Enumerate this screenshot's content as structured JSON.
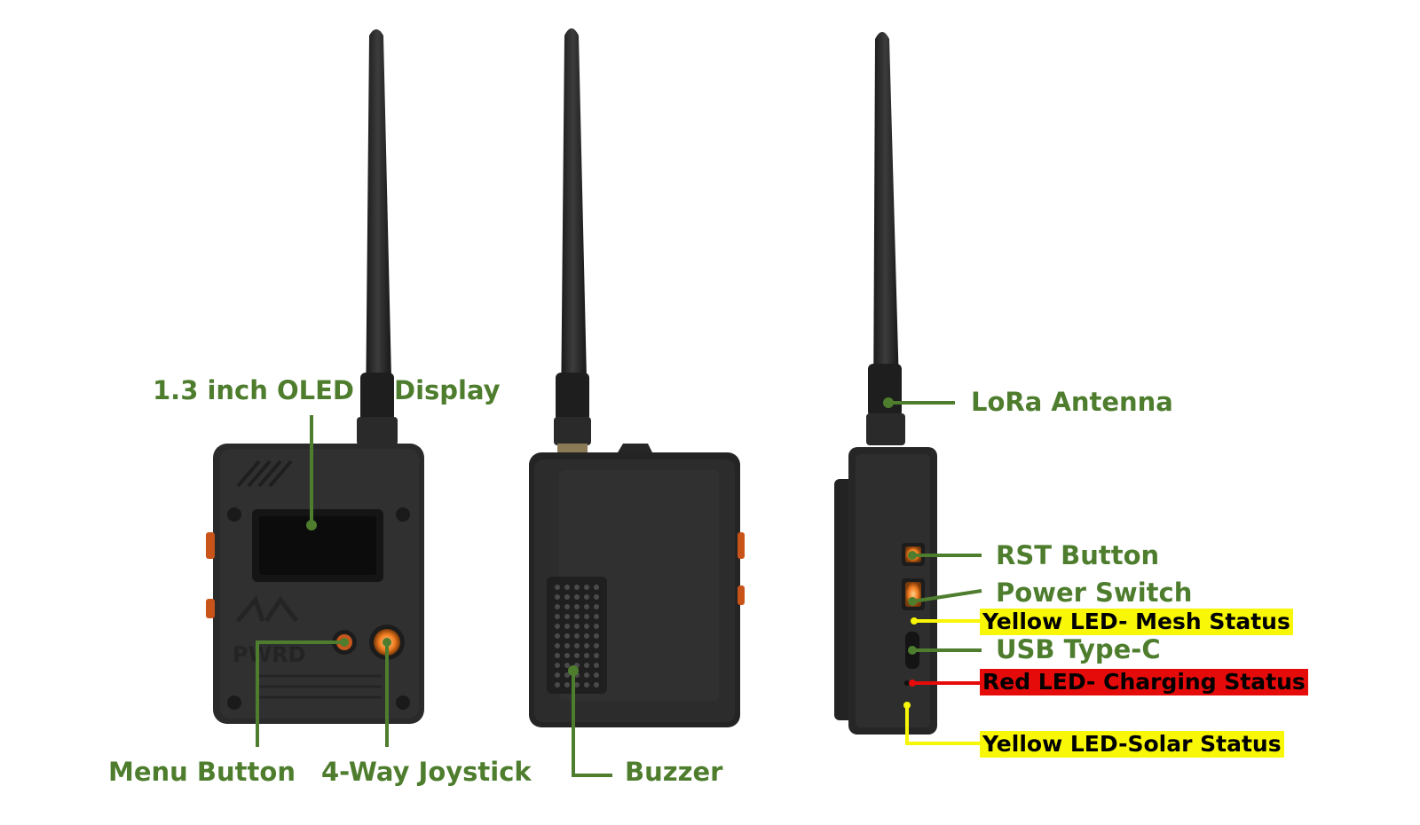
{
  "colors": {
    "label_green": "#4e7d2e",
    "highlight_yellow": "#f7f707",
    "highlight_red": "#e60b0b",
    "device_body": "#232323",
    "accent_orange": "#f07a1e"
  },
  "device_views": [
    {
      "name": "front",
      "logo_text": "PWRD"
    },
    {
      "name": "back"
    },
    {
      "name": "side"
    }
  ],
  "labels": {
    "oled_display_left": "1.3 inch OLED",
    "oled_display_right": "Display",
    "menu_button": "Menu Button",
    "joystick": "4-Way Joystick",
    "buzzer": "Buzzer",
    "lora_antenna": "LoRa Antenna",
    "rst_button": "RST Button",
    "power_switch": "Power Switch",
    "yellow_led_mesh": "Yellow LED- Mesh Status",
    "usb_type_c": "USB Type-C",
    "red_led_charging": "Red LED- Charging Status",
    "yellow_led_solar": "Yellow LED-Solar Status"
  }
}
